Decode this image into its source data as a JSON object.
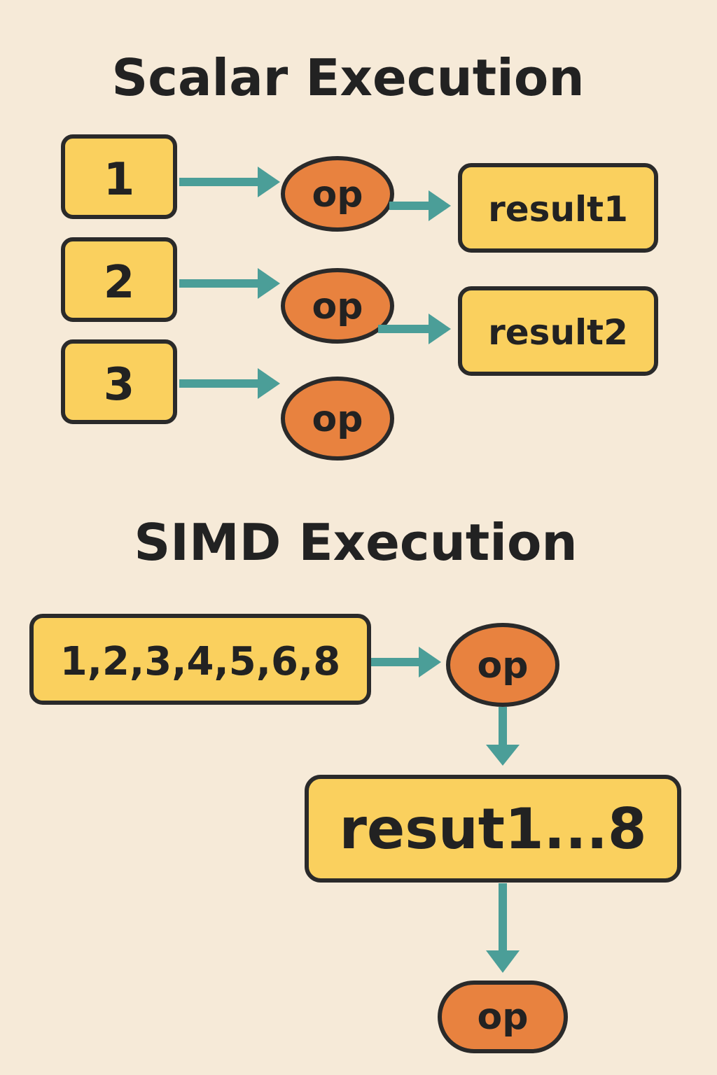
{
  "scalar": {
    "title": "Scalar Execution",
    "inputs": [
      "1",
      "2",
      "3"
    ],
    "ops": [
      "op",
      "op",
      "op"
    ],
    "results": [
      "result1",
      "result2"
    ]
  },
  "simd": {
    "title": "SIMD Execution",
    "input": "1,2,3,4,5,6,8",
    "op": "op",
    "result": "resut1...8",
    "final_op": "op"
  },
  "colors": {
    "background": "#F6EAD8",
    "box_fill": "#FAD05E",
    "op_fill": "#E8823F",
    "arrow": "#4B9E98",
    "stroke": "#2A2A2A"
  }
}
